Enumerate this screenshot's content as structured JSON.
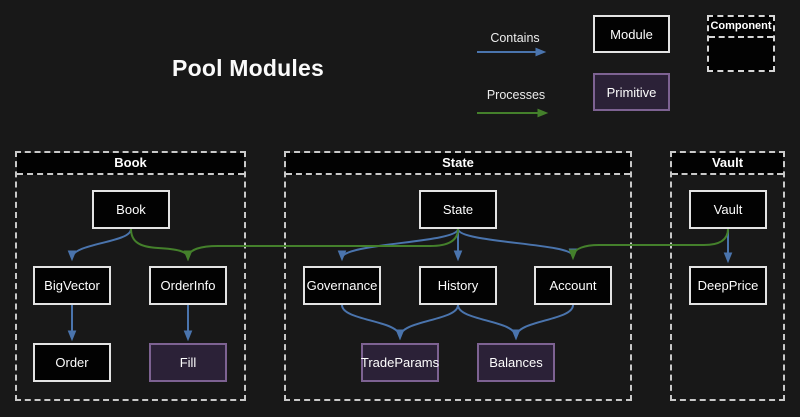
{
  "title": "Pool Modules",
  "legend": {
    "contains_label": "Contains",
    "processes_label": "Processes",
    "module_label": "Module",
    "primitive_label": "Primitive",
    "component_label": "Component"
  },
  "colors": {
    "background": "#181818",
    "contains_arrow_blue": "#4a74ad",
    "processes_arrow_green": "#44802b",
    "module_fill": "#020202",
    "module_border": "#e3e3e3",
    "primitive_fill": "#2b2137",
    "primitive_border": "#7d6292",
    "dashed_border": "#c9c9c9",
    "text": "#ffffff"
  },
  "containers": {
    "book": {
      "title": "Book"
    },
    "state": {
      "title": "State"
    },
    "vault": {
      "title": "Vault"
    }
  },
  "nodes": {
    "book": {
      "label": "Book",
      "type": "module"
    },
    "bigvector": {
      "label": "BigVector",
      "type": "module"
    },
    "orderinfo": {
      "label": "OrderInfo",
      "type": "module"
    },
    "order": {
      "label": "Order",
      "type": "module"
    },
    "fill": {
      "label": "Fill",
      "type": "primitive"
    },
    "state": {
      "label": "State",
      "type": "module"
    },
    "governance": {
      "label": "Governance",
      "type": "module"
    },
    "history": {
      "label": "History",
      "type": "module"
    },
    "account": {
      "label": "Account",
      "type": "module"
    },
    "tradeparams": {
      "label": "TradeParams",
      "type": "primitive"
    },
    "balances": {
      "label": "Balances",
      "type": "primitive"
    },
    "vault": {
      "label": "Vault",
      "type": "module"
    },
    "deepprice": {
      "label": "DeepPrice",
      "type": "module"
    }
  },
  "edges": [
    {
      "from": "Book",
      "to": "BigVector",
      "relation": "contains"
    },
    {
      "from": "Book",
      "to": "OrderInfo",
      "relation": "processes"
    },
    {
      "from": "BigVector",
      "to": "Order",
      "relation": "contains"
    },
    {
      "from": "OrderInfo",
      "to": "Fill",
      "relation": "contains"
    },
    {
      "from": "State",
      "to": "Governance",
      "relation": "contains"
    },
    {
      "from": "State",
      "to": "History",
      "relation": "contains"
    },
    {
      "from": "State",
      "to": "Account",
      "relation": "contains"
    },
    {
      "from": "State",
      "to": "OrderInfo",
      "relation": "processes"
    },
    {
      "from": "Governance",
      "to": "TradeParams",
      "relation": "contains"
    },
    {
      "from": "History",
      "to": "TradeParams",
      "relation": "contains"
    },
    {
      "from": "History",
      "to": "Balances",
      "relation": "contains"
    },
    {
      "from": "Account",
      "to": "Balances",
      "relation": "contains"
    },
    {
      "from": "Vault",
      "to": "DeepPrice",
      "relation": "contains"
    },
    {
      "from": "Vault",
      "to": "Account",
      "relation": "processes"
    }
  ]
}
